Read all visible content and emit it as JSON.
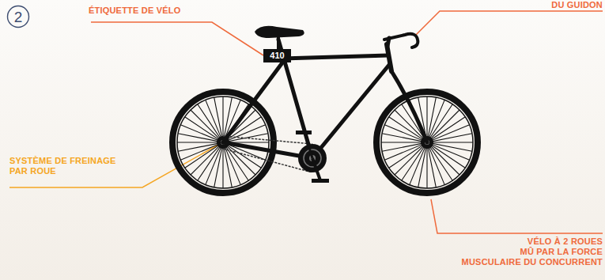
{
  "diagram": {
    "nodes": [
      {
        "text": [
          "2"
        ]
      },
      {
        "text": [
          "410"
        ]
      }
    ],
    "labels": [
      "ÉTIQUETTE DE VÉLO",
      "DU GUIDON",
      "SYSTÈME DE FREINAGE PAR ROUE",
      "VÉLO À 2 ROUES MÛ PAR LA FORCE MUSCULAIRE DU CONCURRENT"
    ]
  }
}
